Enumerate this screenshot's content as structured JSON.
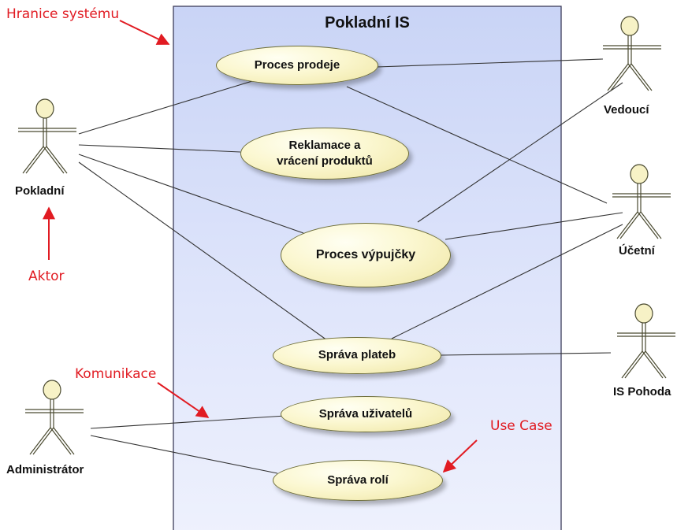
{
  "system": {
    "title": "Pokladní IS"
  },
  "actors": {
    "pokladni": "Pokladní",
    "vedouci": "Vedoucí",
    "ucetni": "Účetní",
    "pohoda": "IS Pohoda",
    "admin": "Administrátor"
  },
  "use_cases": {
    "prodej": "Proces prodeje",
    "reklamace_line1": "Reklamace a",
    "reklamace_line2": "vrácení produktů",
    "vypujcka": "Proces výpujčky",
    "platby": "Správa plateb",
    "uzivatele": "Správa uživatelů",
    "role": "Správa rolí"
  },
  "annotations": {
    "boundary": "Hranice systému",
    "actor": "Aktor",
    "communication": "Komunikace",
    "use_case": "Use Case"
  },
  "colors": {
    "annotation": "#e11b22",
    "boundary_fill_top": "#c9d4f6",
    "use_case_fill": "#f6f0bb"
  }
}
